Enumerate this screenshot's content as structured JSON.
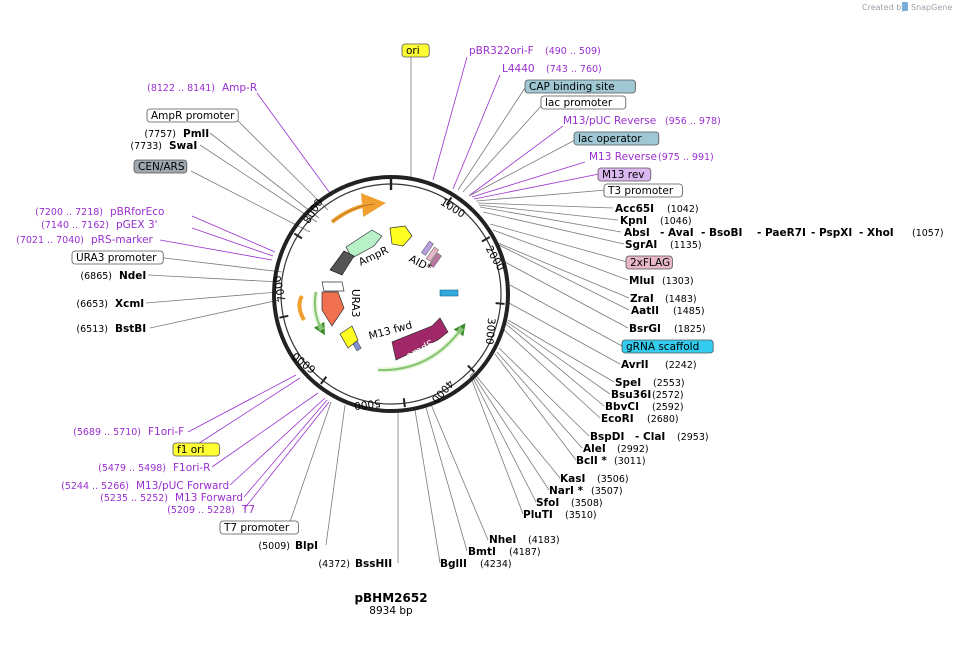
{
  "watermark": {
    "created_by": "Created by",
    "brand": "SnapGene"
  },
  "plasmid": {
    "name": "pBHM2652",
    "length": "8934 bp"
  },
  "colors": {
    "feature_line": "#9a2fd0",
    "site_line": "#7a7a7a",
    "ori_box": "#ffff33",
    "cap_box": "#9fc8d4",
    "lac_operator_box": "#9fc8d4",
    "m13rev_box": "#dcb8f0",
    "flag_box": "#e8b8c8",
    "grna_box": "#33ccee",
    "cen_box": "#a0a8b0",
    "f1ori_box": "#ffff33",
    "ampr_arrow": "#b8f0c8",
    "amds_arrow": "#a02868",
    "ura3_arrow": "#f07050",
    "yellow_arrow": "#ffff22"
  },
  "ticks": [
    "1000",
    "2000",
    "3000",
    "4000",
    "5000",
    "6000",
    "7000",
    "8000"
  ],
  "map_features": [
    {
      "label": "AmpR"
    },
    {
      "label": "AID*"
    },
    {
      "label": "URA3"
    },
    {
      "label": "M13 fwd"
    },
    {
      "label": "amdS"
    }
  ],
  "annotations": {
    "ori": {
      "label": "ori"
    },
    "pBR322ori_F": {
      "label": "pBR322ori-F",
      "coords": "(490 .. 509)"
    },
    "L4440": {
      "label": "L4440",
      "coords": "(743 .. 760)"
    },
    "cap_binding": {
      "label": "CAP binding site"
    },
    "lac_promoter": {
      "label": "lac promoter"
    },
    "m13_puc_reverse": {
      "label": "M13/pUC Reverse",
      "coords": "(956 .. 978)"
    },
    "lac_operator": {
      "label": "lac operator"
    },
    "m13_reverse": {
      "label": "M13 Reverse",
      "coords": "(975 .. 991)"
    },
    "m13_rev": {
      "label": "M13 rev"
    },
    "t3_promoter": {
      "label": "T3 promoter"
    },
    "acc65i": {
      "label": "Acc65I",
      "pos": "(1042)"
    },
    "kpni": {
      "label": "KpnI",
      "pos": "(1046)"
    },
    "absi": {
      "label": "AbsI",
      "others": [
        "- AvaI",
        "- BsoBI",
        "- PaeR7I",
        "- PspXI",
        "- XhoI"
      ],
      "pos": "(1057)"
    },
    "sgrai": {
      "label": "SgrAI",
      "pos": "(1135)"
    },
    "flag": {
      "label": "2xFLAG"
    },
    "mlui": {
      "label": "MluI",
      "pos": "(1303)"
    },
    "zrai": {
      "label": "ZraI",
      "pos": "(1483)"
    },
    "aatii": {
      "label": "AatII",
      "pos": "(1485)"
    },
    "bsrgi": {
      "label": "BsrGI",
      "pos": "(1825)"
    },
    "grna": {
      "label": "gRNA scaffold"
    },
    "avrii": {
      "label": "AvrII",
      "pos": "(2242)"
    },
    "spei": {
      "label": "SpeI",
      "pos": "(2553)"
    },
    "bsu36i": {
      "label": "Bsu36I",
      "pos": "(2572)"
    },
    "bbvci": {
      "label": "BbvCI",
      "pos": "(2592)"
    },
    "ecori": {
      "label": "EcoRI",
      "pos": "(2680)"
    },
    "bspdi": {
      "label": "BspDI",
      "other": "- ClaI",
      "pos": "(2953)"
    },
    "alei": {
      "label": "AleI",
      "pos": "(2992)"
    },
    "bcli": {
      "label": "BclI *",
      "pos": "(3011)"
    },
    "kasi": {
      "label": "KasI",
      "pos": "(3506)"
    },
    "nari": {
      "label": "NarI *",
      "pos": "(3507)"
    },
    "sfoi": {
      "label": "SfoI",
      "pos": "(3508)"
    },
    "pluti": {
      "label": "PluTI",
      "pos": "(3510)"
    },
    "nhei": {
      "label": "NheI",
      "pos": "(4183)"
    },
    "bmti": {
      "label": "BmtI",
      "pos": "(4187)"
    },
    "bglii": {
      "label": "BglII",
      "pos": "(4234)"
    },
    "bsshii": {
      "label": "BssHII",
      "pos": "(4372)"
    },
    "blpi": {
      "label": "BlpI",
      "pos": "(5009)"
    },
    "t7_promoter": {
      "label": "T7 promoter"
    },
    "t7": {
      "label": "T7",
      "coords": "(5209 .. 5228)"
    },
    "m13_forward": {
      "label": "M13 Forward",
      "coords": "(5235 .. 5252)"
    },
    "m13_puc_forward": {
      "label": "M13/pUC Forward",
      "coords": "(5244 .. 5266)"
    },
    "f1ori_r": {
      "label": "F1ori-R",
      "coords": "(5479 .. 5498)"
    },
    "f1_ori": {
      "label": "f1 ori"
    },
    "f1ori_f": {
      "label": "F1ori-F",
      "coords": "(5689 .. 5710)"
    },
    "bstbi": {
      "label": "BstBI",
      "pos": "(6513)"
    },
    "xcmi": {
      "label": "XcmI",
      "pos": "(6653)"
    },
    "ndei": {
      "label": "NdeI",
      "pos": "(6865)"
    },
    "ura3_promoter": {
      "label": "URA3 promoter"
    },
    "prs_marker": {
      "label": "pRS-marker",
      "coords": "(7021 .. 7040)"
    },
    "pgex3": {
      "label": "pGEX 3'",
      "coords": "(7140 .. 7162)"
    },
    "pbrforeco": {
      "label": "pBRforEco",
      "coords": "(7200 .. 7218)"
    },
    "cen_ars": {
      "label": "CEN/ARS"
    },
    "swai": {
      "label": "SwaI",
      "pos": "(7733)"
    },
    "pmli": {
      "label": "PmlI",
      "pos": "(7757)"
    },
    "ampr_promoter": {
      "label": "AmpR promoter"
    },
    "amp_r": {
      "label": "Amp-R",
      "coords": "(8122 .. 8141)"
    }
  }
}
